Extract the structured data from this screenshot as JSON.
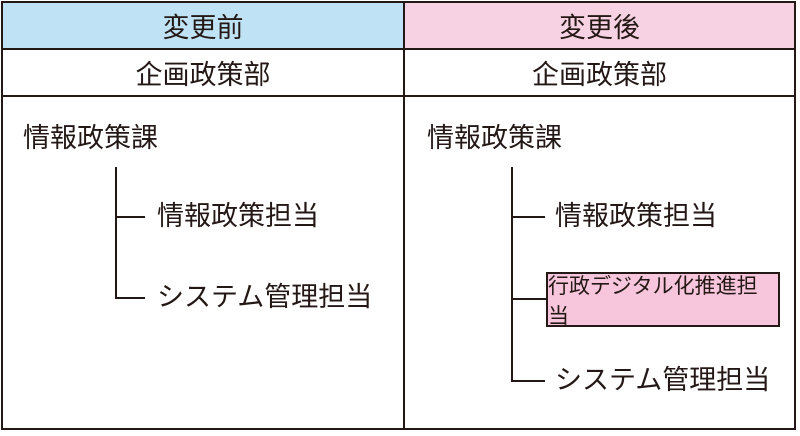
{
  "before": {
    "header": "変更前",
    "department": "企画政策部",
    "division": "情報政策課",
    "units": [
      "情報政策担当",
      "システム管理担当"
    ]
  },
  "after": {
    "header": "変更後",
    "department": "企画政策部",
    "division": "情報政策課",
    "units": [
      "情報政策担当",
      "行政デジタル化推進担当",
      "システム管理担当"
    ],
    "new_unit_index": 1
  },
  "colors": {
    "before_header_bg": "#bfe3f4",
    "after_header_bg": "#f7d2e2",
    "new_unit_bg": "#f7c6dc",
    "line": "#231815"
  }
}
